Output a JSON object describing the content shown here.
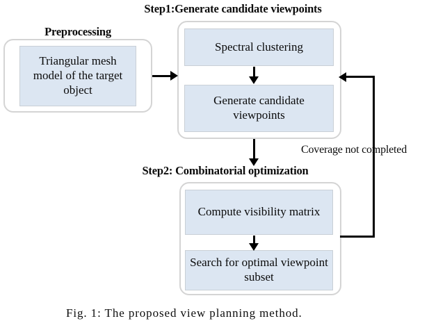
{
  "figure": {
    "caption": "Fig. 1: The proposed view planning method.",
    "background_color": "#ffffff",
    "box_fill_color": "#dce6f2",
    "box_border_color": "#c9cfd6",
    "group_border_color": "#d4d4d4",
    "connector_color": "#000000"
  },
  "preprocessing": {
    "title": "Preprocessing",
    "boxes": [
      {
        "label": "Triangular mesh model of the target object"
      }
    ]
  },
  "step1": {
    "title": "Step1:Generate candidate viewpoints",
    "boxes": [
      {
        "label": "Spectral clustering"
      },
      {
        "label": "Generate candidate viewpoints"
      }
    ]
  },
  "step2": {
    "title": "Step2: Combinatorial optimization",
    "boxes": [
      {
        "label": "Compute visibility matrix"
      },
      {
        "label": "Search for optimal viewpoint subset"
      }
    ]
  },
  "connectors": {
    "preprocessing_to_step1": "",
    "spectral_to_generate": "",
    "step1_to_step2": "",
    "visibility_to_search": "",
    "feedback_label": "Coverage not completed"
  }
}
